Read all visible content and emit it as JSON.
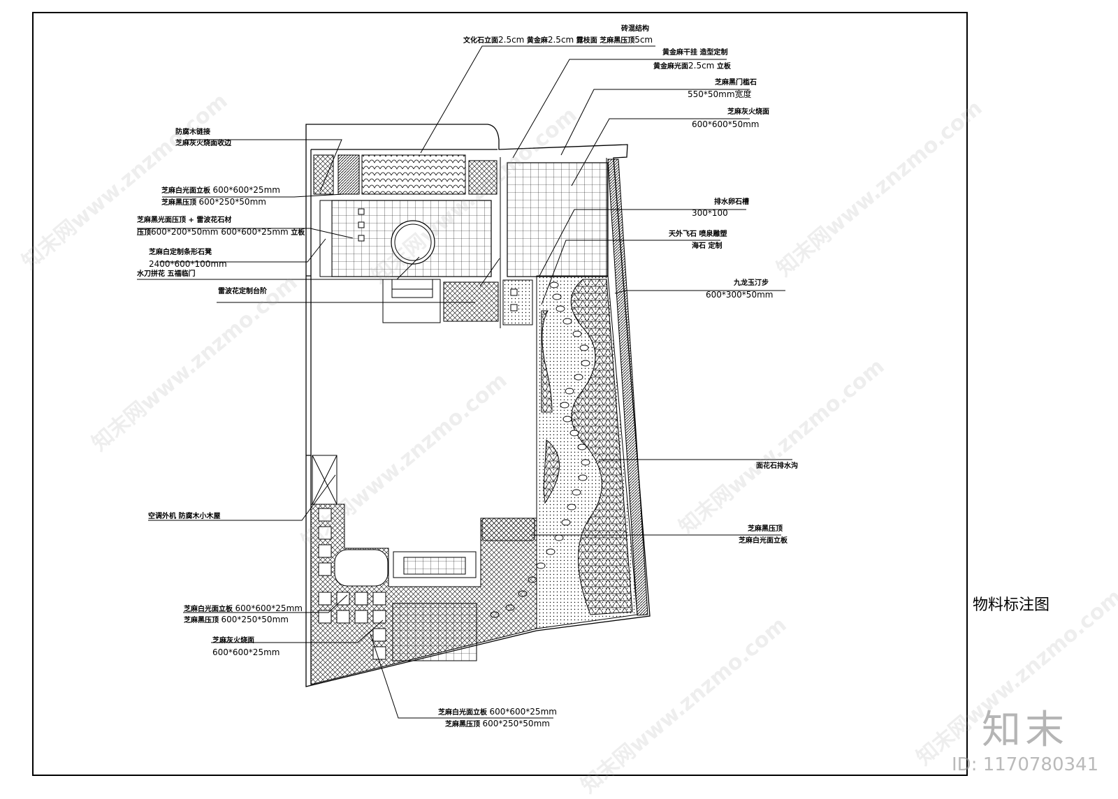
{
  "sheet": {
    "title": "物料标注图"
  },
  "brand": {
    "logo_text": "知末",
    "drawing_id": "ID: 1170780341"
  },
  "watermark": {
    "text": "知末网www.znzmo.com"
  },
  "labels": {
    "top1": {
      "line1": "砖混结构",
      "line2_a": "文化石立面",
      "line2_b": "2.5cm",
      "line2_c": " 黄金麻",
      "line2_d": "2.5cm",
      "line2_e": " 露枝面  芝麻黑压顶",
      "line2_f": "5cm"
    },
    "top2": {
      "line1": "黄金麻干挂  造型定制",
      "line2_a": "黄金麻光面",
      "line2_b": "2.5cm",
      "line2_c": " 立板"
    },
    "top3": {
      "line1": "芝麻黑门槛石",
      "line2": "550*50mm宽度"
    },
    "top4": {
      "line1": "芝麻灰火烧面",
      "line2": "600*600*50mm"
    },
    "r1": {
      "line1": "排水卵石槽",
      "line2": "300*100"
    },
    "r2": {
      "line1": "天外飞石  喷泉雕塑",
      "line2": "海石  定制"
    },
    "r3": {
      "line1": "九龙玉汀步",
      "line2": "600*300*50mm"
    },
    "r4": {
      "line1": "面花石排水沟"
    },
    "r5": {
      "line1": "芝麻黑压顶",
      "line2": "芝麻白光面立板"
    },
    "l1": {
      "line1": "防腐木链接",
      "line2": "芝麻灰火烧面收边"
    },
    "l2": {
      "line1_a": "芝麻白光面立板 ",
      "line1_b": "600*600*25mm",
      "line2_a": "芝麻黑压顶  ",
      "line2_b": "600*250*50mm"
    },
    "l3": {
      "line1": "芝麻黑光面压顶  + 雷波花石材",
      "line2_a": "压顶",
      "line2_b": "600*200*50mm  600*600*25mm",
      "line2_c": " 立板"
    },
    "l4": {
      "line1": "芝麻白定制条形石凳",
      "line2": "2400*600*100mm"
    },
    "l5": {
      "line1": "水刀拼花  五福临门"
    },
    "l6": {
      "line1": "雷波花定制台阶"
    },
    "l7": {
      "line1": "空调外机  防腐木小木屋"
    },
    "l8": {
      "line1_a": "芝麻白光面立板 ",
      "line1_b": "600*600*25mm",
      "line2_a": "芝麻黑压顶  ",
      "line2_b": "600*250*50mm"
    },
    "l9": {
      "line1": "芝麻灰火烧面",
      "line2": "600*600*25mm"
    },
    "b1": {
      "line1_a": "芝麻白光面立板 ",
      "line1_b": "600*600*25mm",
      "line2_a": "芝麻黑压顶  ",
      "line2_b": "600*250*50mm"
    }
  },
  "colors": {
    "ink": "#000000",
    "paper": "#ffffff"
  }
}
